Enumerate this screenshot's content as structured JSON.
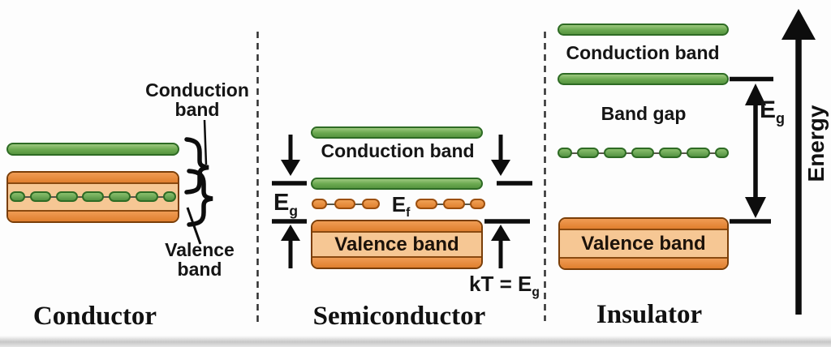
{
  "colors": {
    "background": "#fdfdfd",
    "band_green_fill": "#6aa84f",
    "band_green_border": "#2e6b24",
    "band_orange_fill": "#e5873a",
    "band_orange_border": "#7a3e08",
    "band_peach_fill": "#f6c794",
    "ink": "#141414"
  },
  "conductor": {
    "title": "Conductor",
    "conduction_line1": "Conduction",
    "conduction_line2": "band",
    "valence_line1": "Valence",
    "valence_line2": "band"
  },
  "semiconductor": {
    "title": "Semiconductor",
    "conduction_band": "Conduction band",
    "valence_band": "Valence band",
    "eg": "E",
    "eg_sub": "g",
    "ef": "E",
    "ef_sub": "f",
    "kt": "kT = E",
    "kt_sub": "g"
  },
  "insulator": {
    "title": "Insulator",
    "conduction_band": "Conduction band",
    "band_gap": "Band gap",
    "valence_band": "Valence band",
    "eg": "E",
    "eg_sub": "g"
  },
  "energy_axis": {
    "label": "Energy"
  }
}
